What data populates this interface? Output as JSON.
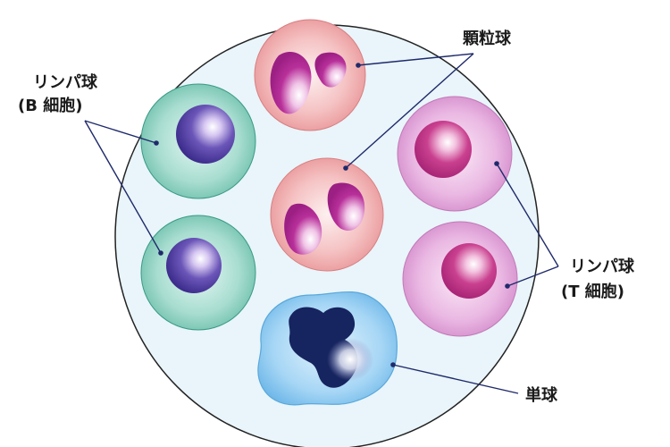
{
  "labels": {
    "b_cell_line1": "リンパ球",
    "b_cell_line2": "(B 細胞)",
    "granulocyte": "顆粒球",
    "t_cell_line1": "リンパ球",
    "t_cell_line2": "(T 細胞)",
    "monocyte": "単球"
  },
  "colors": {
    "line": "#1f2a6b",
    "background_disc": "#e8f5fa",
    "b_cell_cytoplasm": "#7cc7b6",
    "b_cell_nucleus": "#4a3a9a",
    "t_cell_cytoplasm": "#e2a2d8",
    "t_cell_nucleus": "#c0307f",
    "granulocyte_cytoplasm": "#f2b0b2",
    "granulocyte_nucleus": "#b32090",
    "monocyte_cytoplasm": "#8ec9ef",
    "monocyte_nucleus": "#15235e"
  }
}
